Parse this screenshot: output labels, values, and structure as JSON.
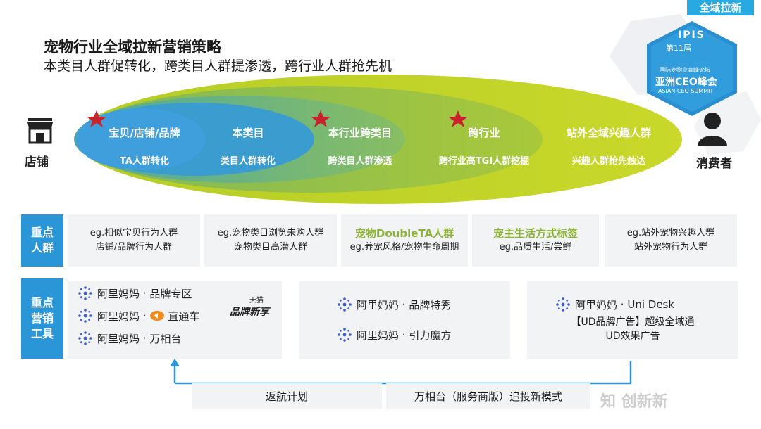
{
  "tag": "全域拉新",
  "heading": {
    "title": "宠物行业全域拉新营销策略",
    "subtitle": "本类目人群促转化，跨类目人群提渗透，跨行业人群抢先机"
  },
  "logo": {
    "ipis": "IPIS",
    "edition": "第11届",
    "forum": "国际宠物业高峰论坛",
    "summit": "亚洲CEO峰会",
    "summit_en": "ASIAN CEO SUMMIT"
  },
  "left_label": "店铺",
  "right_label": "消费者",
  "ellipses": [
    {
      "title": "宝贝/店铺/品牌",
      "sub": "TA人群转化",
      "star": true
    },
    {
      "title": "本类目",
      "sub": "类目人群转化",
      "star": false
    },
    {
      "title": "本行业跨类目",
      "sub": "跨类目人群渗透",
      "star": true
    },
    {
      "title": "跨行业",
      "sub": "跨行业高TGI人群挖掘",
      "star": true
    },
    {
      "title": "站外全域兴趣人群",
      "sub": "兴趣人群抢先触达",
      "star": false
    }
  ],
  "crowd_row": {
    "header": [
      "重点",
      "人群"
    ],
    "cards": [
      {
        "line1": "eg.相似宝贝行为人群",
        "line2": "店铺/品牌行为人群",
        "highlight": false
      },
      {
        "line1": "eg.宠物类目浏览未购人群",
        "line2": "宠物类目高潜人群",
        "highlight": false
      },
      {
        "line1": "宠物DoubleTA人群",
        "line2": "eg.养宠风格/宠物生命周期",
        "highlight": true
      },
      {
        "line1": "宠主生活方式标签",
        "line2": "eg.品质生活/尝鲜",
        "highlight": true
      },
      {
        "line1": "eg.站外宠物兴趣人群",
        "line2": "站外宠物行为人群",
        "highlight": false
      }
    ]
  },
  "tool_row": {
    "header": [
      "重点",
      "营销",
      "工具"
    ],
    "box1": [
      {
        "brand": "阿里妈妈",
        "sep": "·",
        "name": "品牌专区"
      },
      {
        "brand": "阿里妈妈",
        "sep": "·",
        "name": "直通车"
      },
      {
        "brand": "阿里妈妈",
        "sep": "·",
        "name": "万相台"
      }
    ],
    "tmall_small": "天猫",
    "tmall_main": "品牌新享",
    "box2": [
      {
        "brand": "阿里妈妈",
        "sep": "·",
        "name": "品牌特秀"
      },
      {
        "brand": "阿里妈妈",
        "sep": "·",
        "name": "引力魔方"
      }
    ],
    "box3": {
      "brand": "阿里妈妈",
      "sep": "·",
      "name": "Uni Desk",
      "line2": "【UD品牌广告】超级全域通",
      "line3": "UD效果广告"
    }
  },
  "bottom": {
    "left": "返航计划",
    "right": "万相台（服务商版）追投新模式"
  },
  "watermark": "知 创新新"
}
